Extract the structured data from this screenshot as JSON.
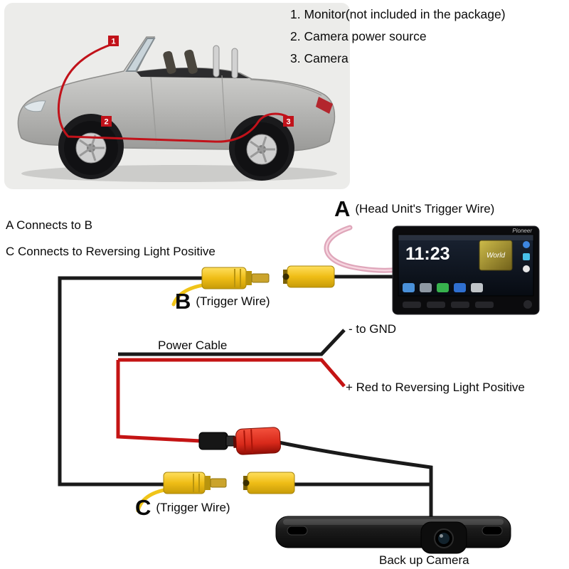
{
  "colors": {
    "background": "#ffffff",
    "photo_background": "#ececea",
    "wire_black": "#1a1a1a",
    "wire_red": "#c41414",
    "wire_yellow": "#f0c419",
    "wire_pink": "#e0a2b8",
    "connector_yellow": "#e9b511",
    "connector_red": "#d8291a",
    "marker_red": "#c1121a",
    "text": "#0a0a0a"
  },
  "parts_list": {
    "items": [
      "1. Monitor(not included in the package)",
      "2. Camera power source",
      "3. Camera"
    ]
  },
  "car": {
    "markers": [
      "1",
      "2",
      "3"
    ]
  },
  "notes": {
    "a_connects": "A Connects to B",
    "c_connects": "C Connects to Reversing Light Positive"
  },
  "labels": {
    "a_letter": "A",
    "a_text": "(Head Unit's Trigger Wire)",
    "b_letter": "B",
    "b_text": "(Trigger Wire)",
    "c_letter": "C",
    "c_text": "(Trigger Wire)",
    "gnd": "- to GND",
    "power_cable": "Power Cable",
    "reversing_positive": "+ Red to Reversing Light Positive",
    "backup_camera": "Back up Camera"
  },
  "head_unit": {
    "brand": "Pioneer",
    "clock": "11:23",
    "album_title": "World"
  }
}
